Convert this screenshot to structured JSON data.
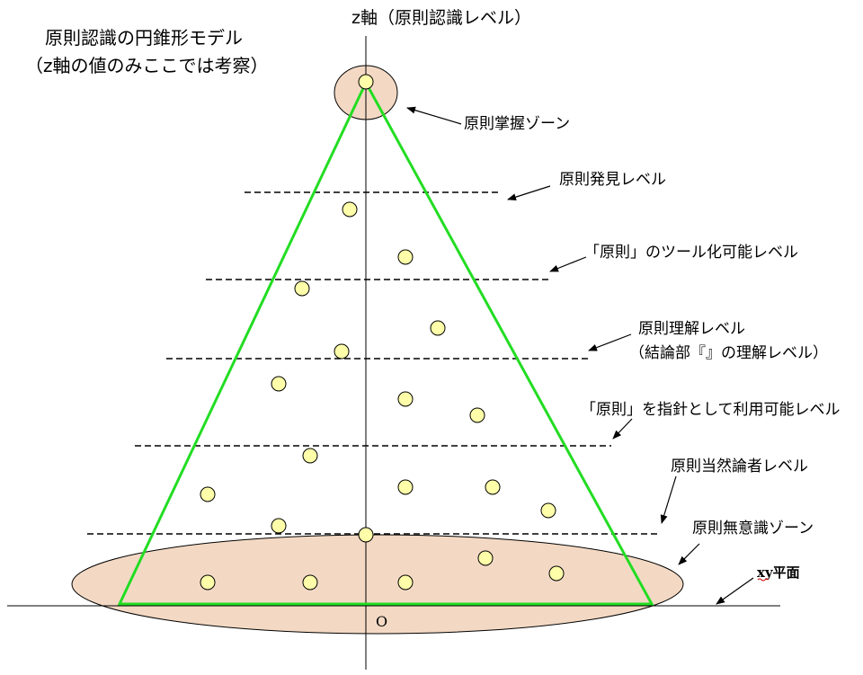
{
  "title": {
    "line1": "原則認識の円錐形モデル",
    "line2": "（z軸の値のみここでは考察）"
  },
  "axis": {
    "z_label": "z軸（原則認識レベル）",
    "origin_label": "O",
    "plane_label": "xy平面"
  },
  "levels": [
    {
      "text": "原則掌握ゾーン"
    },
    {
      "text": "原則発見レベル"
    },
    {
      "text": "「原則」のツール化可能レベル"
    },
    {
      "text": "原則理解レベル"
    },
    {
      "text": "（結論部『』の理解レベル）"
    },
    {
      "text": "「原則」を指針として利用可能レベル"
    },
    {
      "text": "原則当然論者レベル"
    },
    {
      "text": "原則無意識ゾーン"
    }
  ],
  "colors": {
    "cone_edge": "#22dd22",
    "zone_fill": "#f3d9c4",
    "dot_fill": "#ffffaa",
    "line": "#000000"
  }
}
